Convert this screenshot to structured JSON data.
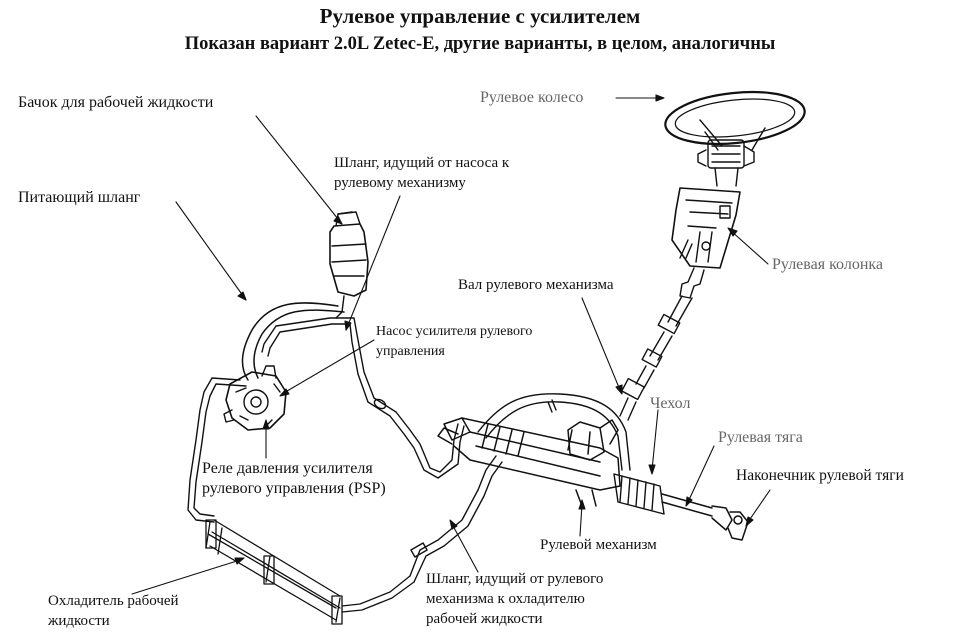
{
  "title": "Рулевое управление с усилителем",
  "subtitle": "Показан вариант 2.0L Zetec-E, другие варианты, в целом, аналогичны",
  "labels": {
    "reservoir": "Бачок для рабочей жидкости",
    "hose_pump_to_gear_l1": "Шланг, идущий от насоса к",
    "hose_pump_to_gear_l2": "рулевому механизму",
    "supply_hose": "Питающий шланг",
    "steering_wheel": "Рулевое колесо",
    "steering_column": "Рулевая колонка",
    "steering_shaft": "Вал рулевого механизма",
    "pump_l1": "Насос усилителя рулевого",
    "pump_l2": "управления",
    "boot": "Чехол",
    "tie_rod": "Рулевая тяга",
    "tie_rod_end": "Наконечник рулевой тяги",
    "psp_l1": "Реле давления усилителя",
    "psp_l2": "рулевого управления (PSP)",
    "steering_gear": "Рулевой механизм",
    "hose_gear_to_cooler_l1": "Шланг, идущий от рулевого",
    "hose_gear_to_cooler_l2": "механизма к охладителю",
    "hose_gear_to_cooler_l3": "рабочей жидкости",
    "cooler_l1": "Охладитель рабочей",
    "cooler_l2": "жидкости"
  },
  "colors": {
    "ink": "#111111",
    "gray_label": "#666666",
    "background": "#ffffff"
  }
}
